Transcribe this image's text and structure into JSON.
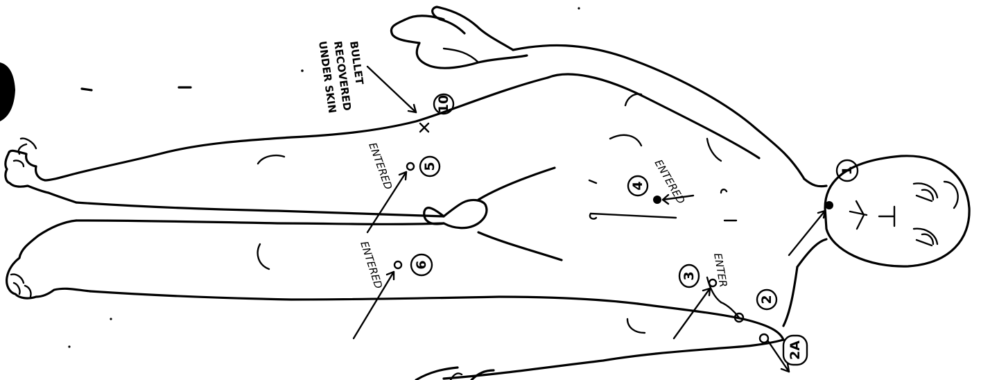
{
  "note": {
    "line1": "BULLET",
    "line2": "RECOVERED",
    "line3": "UNDER SKIN"
  },
  "entered_label": "ENTERED",
  "enter_label": "ENTER",
  "wounds": [
    {
      "id": "w1",
      "label": "1"
    },
    {
      "id": "w2",
      "label": "2"
    },
    {
      "id": "w2a",
      "label": "2A"
    },
    {
      "id": "w3",
      "label": "3"
    },
    {
      "id": "w4",
      "label": "4"
    },
    {
      "id": "w5",
      "label": "5"
    },
    {
      "id": "w6",
      "label": "6"
    },
    {
      "id": "w10",
      "label": "10"
    }
  ]
}
